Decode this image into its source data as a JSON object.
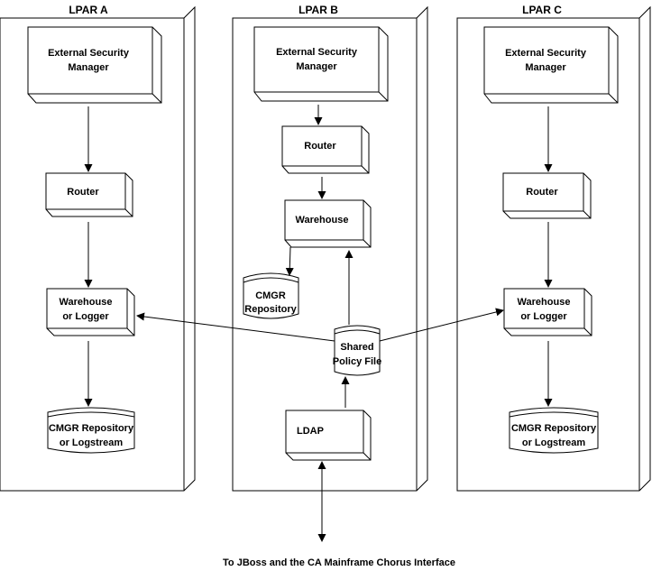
{
  "lpars": [
    {
      "title": "LPAR A",
      "esm": [
        "External Security",
        "Manager"
      ],
      "router": "Router",
      "warehouse": [
        "Warehouse",
        "or Logger"
      ],
      "store": [
        "CMGR Repository",
        "or Logstream"
      ]
    },
    {
      "title": "LPAR B",
      "esm": [
        "External Security",
        "Manager"
      ],
      "router": "Router",
      "warehouse": "Warehouse",
      "repo": [
        "CMGR",
        "Repository"
      ],
      "policy": [
        "Shared",
        "Policy File"
      ],
      "ldap": "LDAP"
    },
    {
      "title": "LPAR C",
      "esm": [
        "External Security",
        "Manager"
      ],
      "router": "Router",
      "warehouse": [
        "Warehouse",
        "or Logger"
      ],
      "store": [
        "CMGR Repository",
        "or Logstream"
      ]
    }
  ],
  "footer": "To JBoss and the CA Mainframe Chorus Interface"
}
